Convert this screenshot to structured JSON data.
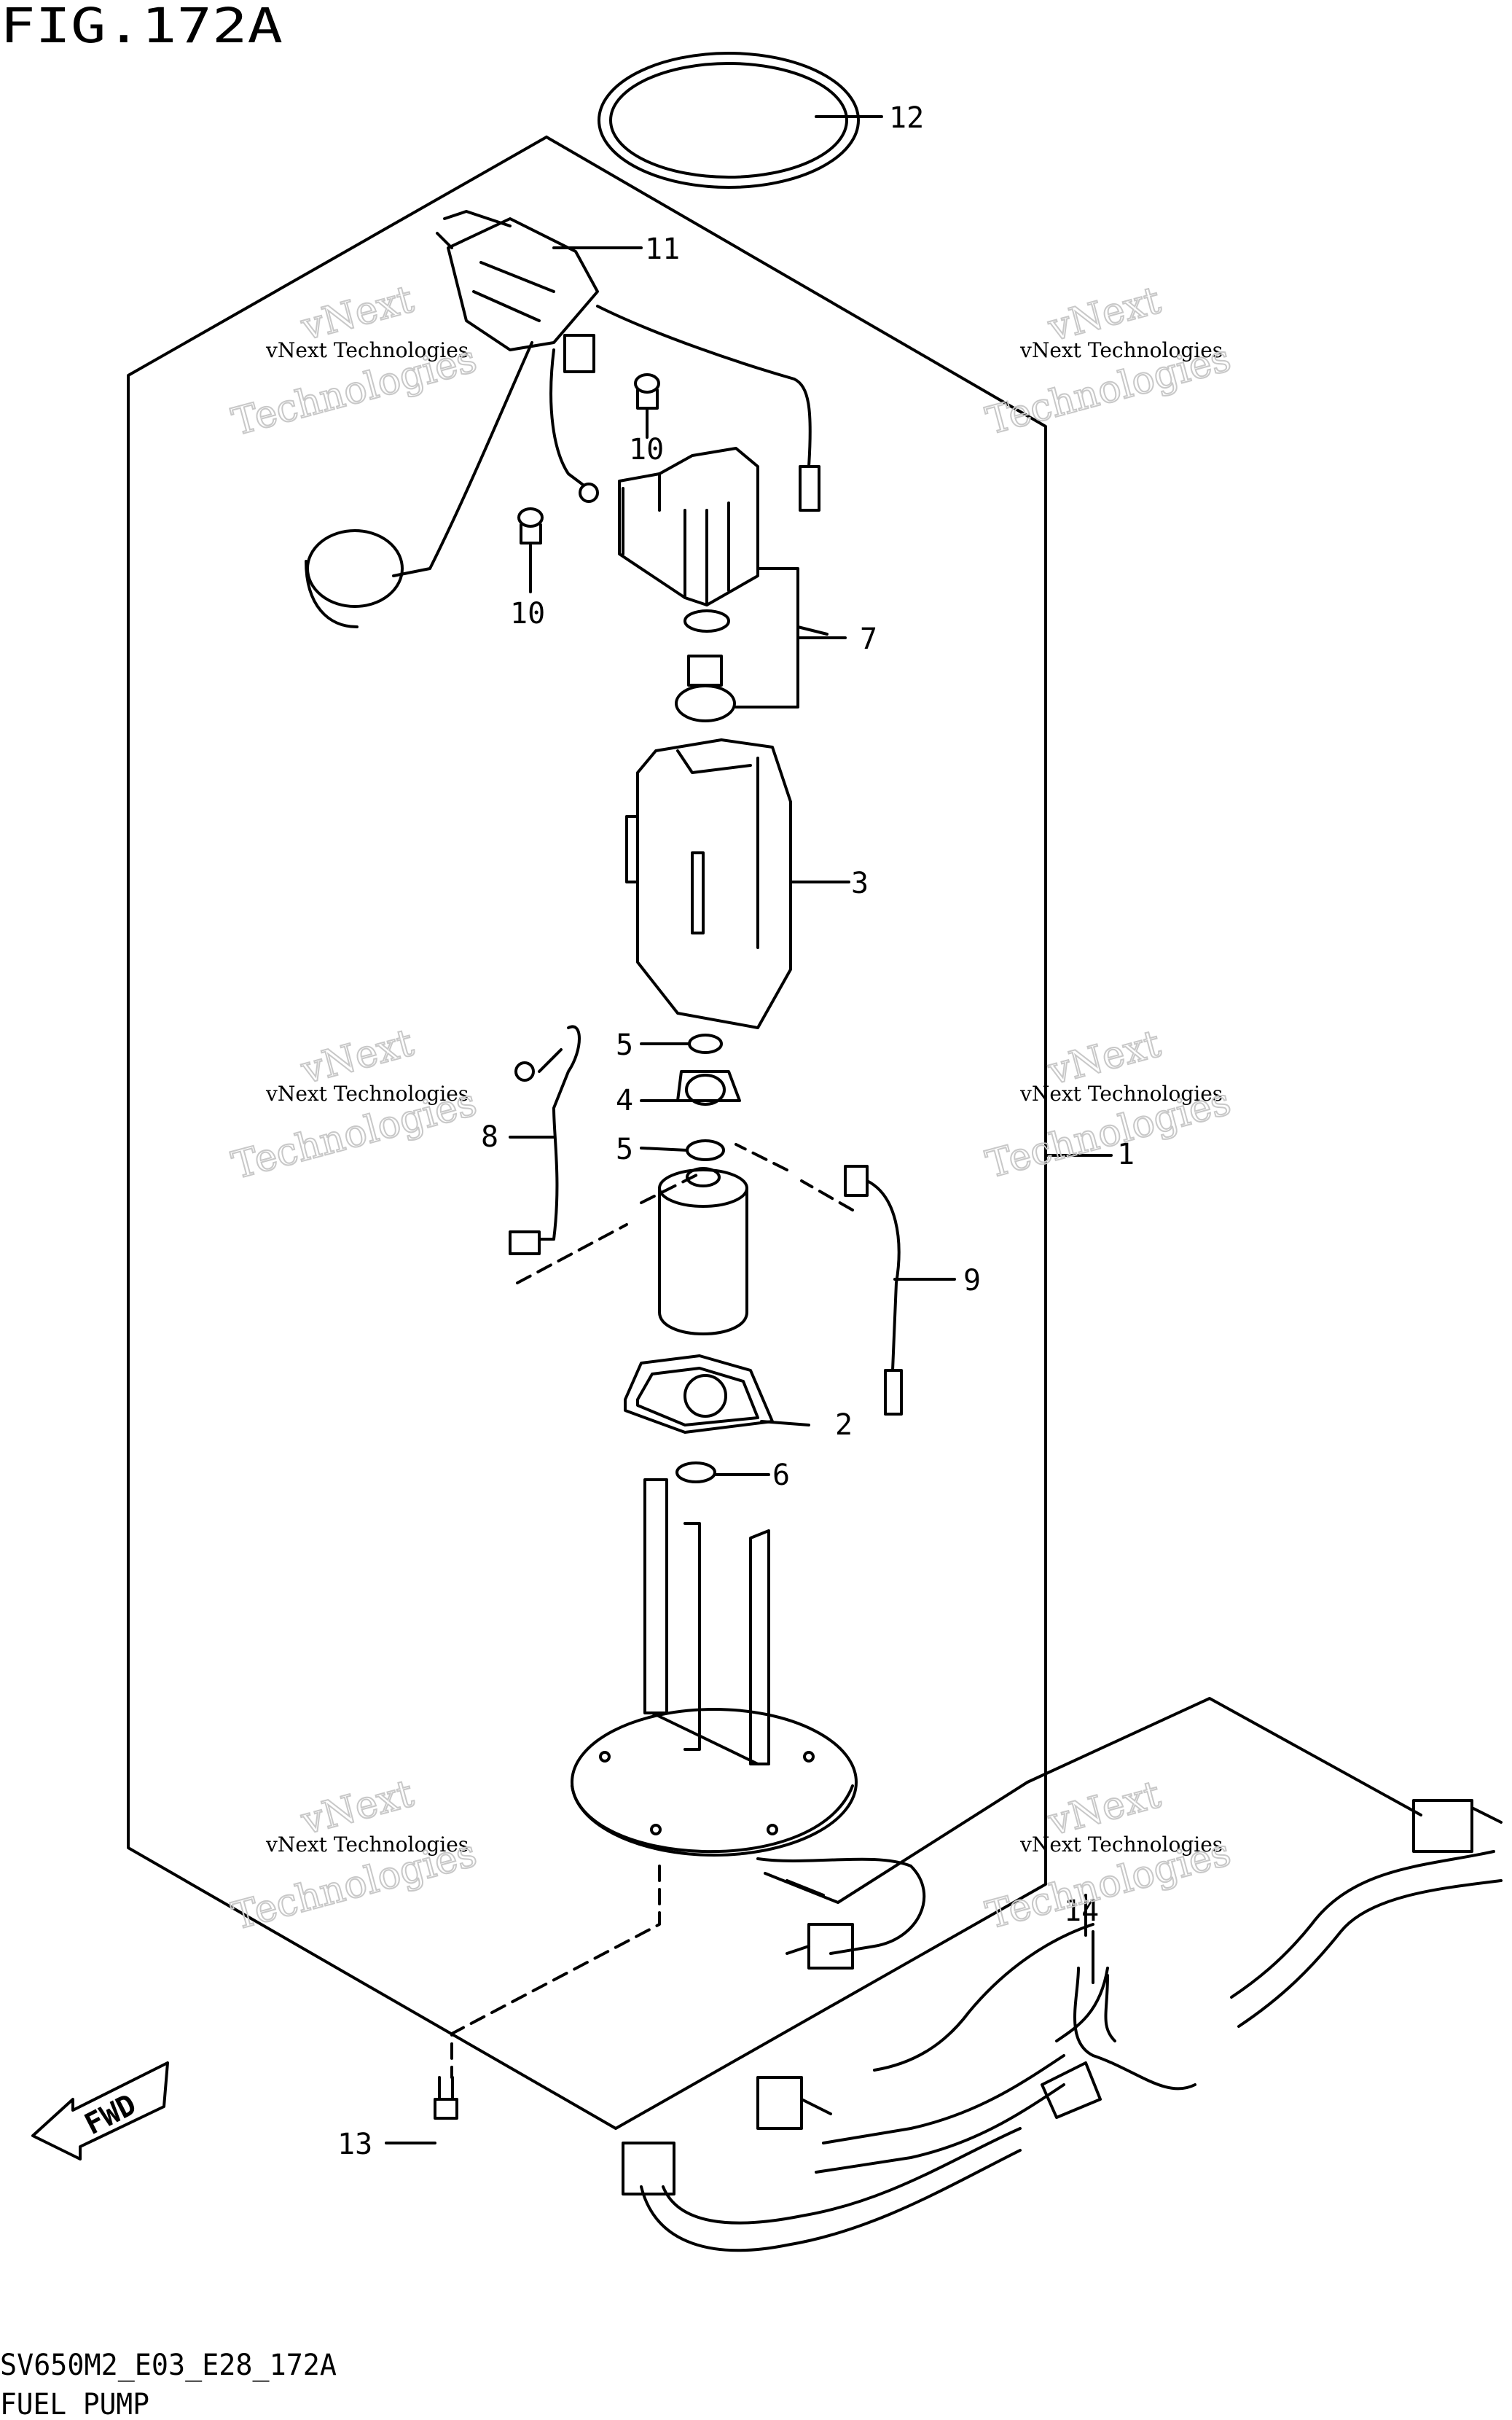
{
  "figure": {
    "title": "FIG.172A",
    "model_code": "SV650M2_E03_E28_172A",
    "caption": "FUEL PUMP",
    "direction_label": "FWD"
  },
  "watermark": {
    "line1": "vNext Technologies",
    "line2": "vNext",
    "line3": "Technologies"
  },
  "callouts": [
    {
      "id": "1",
      "text": "1"
    },
    {
      "id": "2",
      "text": "2"
    },
    {
      "id": "3",
      "text": "3"
    },
    {
      "id": "4",
      "text": "4"
    },
    {
      "id": "5a",
      "text": "5"
    },
    {
      "id": "5b",
      "text": "5"
    },
    {
      "id": "6",
      "text": "6"
    },
    {
      "id": "7",
      "text": "7"
    },
    {
      "id": "8",
      "text": "8"
    },
    {
      "id": "9",
      "text": "9"
    },
    {
      "id": "10a",
      "text": "10"
    },
    {
      "id": "10b",
      "text": "10"
    },
    {
      "id": "11",
      "text": "11"
    },
    {
      "id": "12",
      "text": "12"
    },
    {
      "id": "13",
      "text": "13"
    },
    {
      "id": "14",
      "text": "14"
    }
  ]
}
